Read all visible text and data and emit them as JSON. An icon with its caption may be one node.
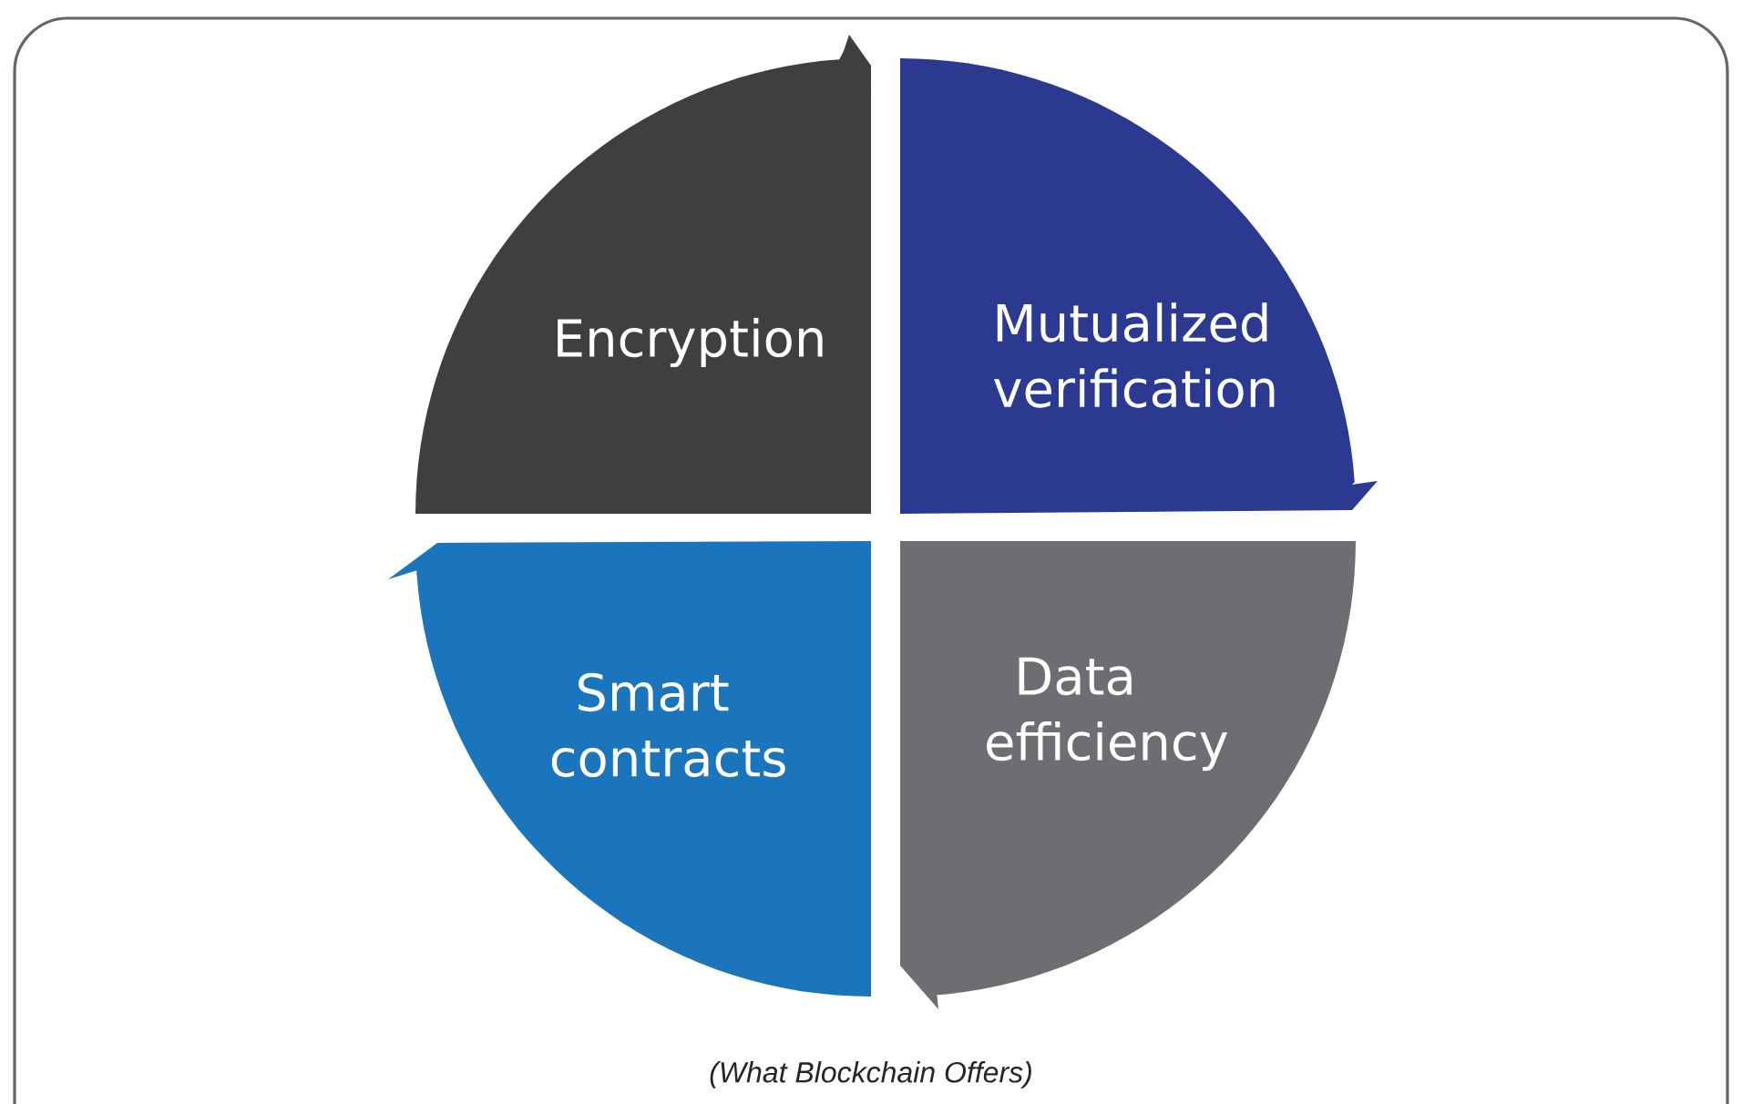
{
  "diagram": {
    "caption": "(What Blockchain Offers)",
    "nodes": [
      {
        "text": [
          "Encryption"
        ]
      },
      {
        "text": [
          "Mutualized verification"
        ]
      },
      {
        "text": [
          "Smart contracts"
        ]
      },
      {
        "text": [
          "Data efficiency"
        ]
      }
    ]
  }
}
